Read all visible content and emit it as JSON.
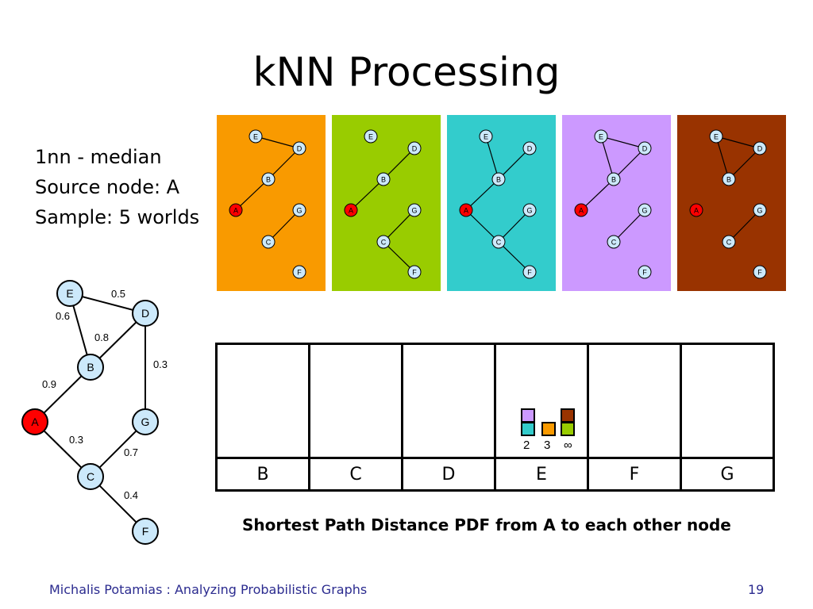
{
  "title": "kNN Processing",
  "info": {
    "line1": "1nn - median",
    "line2": "Source node: A",
    "line3": "Sample: 5 worlds"
  },
  "worlds": [
    {
      "color": "#f99a00",
      "edges": [
        [
          "E",
          "D"
        ],
        [
          "D",
          "B"
        ],
        [
          "B",
          "A"
        ],
        [
          "G",
          "C"
        ]
      ]
    },
    {
      "color": "#99cc00",
      "edges": [
        [
          "D",
          "B"
        ],
        [
          "B",
          "A"
        ],
        [
          "G",
          "C"
        ],
        [
          "C",
          "F"
        ]
      ]
    },
    {
      "color": "#33cccc",
      "edges": [
        [
          "E",
          "B"
        ],
        [
          "D",
          "B"
        ],
        [
          "B",
          "A"
        ],
        [
          "A",
          "C"
        ],
        [
          "G",
          "C"
        ],
        [
          "C",
          "F"
        ]
      ]
    },
    {
      "color": "#cc99ff",
      "edges": [
        [
          "E",
          "D"
        ],
        [
          "E",
          "B"
        ],
        [
          "D",
          "B"
        ],
        [
          "B",
          "A"
        ],
        [
          "G",
          "C"
        ]
      ]
    },
    {
      "color": "#993300",
      "edges": [
        [
          "E",
          "D"
        ],
        [
          "E",
          "B"
        ],
        [
          "D",
          "B"
        ],
        [
          "G",
          "C"
        ]
      ]
    }
  ],
  "graph": {
    "nodes": [
      "E",
      "D",
      "B",
      "A",
      "G",
      "C",
      "F"
    ],
    "source": "A",
    "edges": [
      {
        "from": "E",
        "to": "D",
        "p": "0.5"
      },
      {
        "from": "E",
        "to": "B",
        "p": "0.6"
      },
      {
        "from": "B",
        "to": "D",
        "p": "0.8"
      },
      {
        "from": "D",
        "to": "G",
        "p": "0.3"
      },
      {
        "from": "A",
        "to": "B",
        "p": "0.9"
      },
      {
        "from": "A",
        "to": "C",
        "p": "0.3"
      },
      {
        "from": "C",
        "to": "G",
        "p": "0.7"
      },
      {
        "from": "C",
        "to": "F",
        "p": "0.4"
      }
    ]
  },
  "pdf_table": {
    "columns": [
      "B",
      "C",
      "D",
      "E",
      "F",
      "G"
    ],
    "e_histogram": {
      "bins": [
        "2",
        "3",
        "∞"
      ],
      "stacks": [
        [
          "#33cccc",
          "#cc99ff"
        ],
        [
          "#f99a00"
        ],
        [
          "#99cc00",
          "#993300"
        ]
      ]
    }
  },
  "caption": "Shortest Path Distance PDF from A to each other node",
  "footer": {
    "left": "Michalis Potamias : Analyzing Probabilistic Graphs",
    "page": "19"
  },
  "colors": {
    "node_fill": "#cce9fb",
    "source_fill": "#ff0000",
    "footer_text": "#2b2b8f"
  }
}
